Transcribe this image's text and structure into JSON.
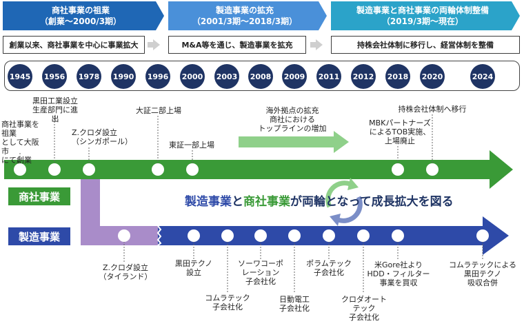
{
  "phases": [
    {
      "title": "商社事業の祖業",
      "period": "（創業〜2000/3期）",
      "desc": "創業以来、商社事業を中心に事業拡大",
      "color": "#1f67b5"
    },
    {
      "title": "製造事業の拡充",
      "period": "（2001/3期〜2018/3期）",
      "desc": "M&A等を通じ、製造事業を拡充",
      "color": "#4a90d9"
    },
    {
      "title": "製造事業と商社事業の両輪体制整備",
      "period": "（2019/3期〜現在）",
      "desc": "持株会社体制に移行し、経営体制を整備",
      "color": "#2ba3c9"
    }
  ],
  "years": [
    "1945",
    "1956",
    "1978",
    "1990",
    "1996",
    "2000",
    "2003",
    "2008",
    "2009",
    "2011",
    "2012",
    "2018",
    "2020",
    "2024"
  ],
  "segments": {
    "trading": "商社事業",
    "manufacturing": "製造事業"
  },
  "slogan": {
    "part1": "製造事業",
    "part2": "と",
    "part3": "商社事業",
    "part4": "が両輪となって成長拡大を図る"
  },
  "trading_events": [
    "商社事業を祖業\nとして大阪市\nにて創業",
    "黒田工業設立\n生産部門に進出",
    "Z.クロダ設立\n（シンガポール）",
    "大証二部上場",
    "東証一部上場",
    "海外拠点の拡充\n商社における\nトップラインの増加",
    "MBKパートナーズ\nによるTOB実施、\n上場廃止",
    "持株会社体制へ移行"
  ],
  "manufacturing_events": [
    "Z.クロダ設立\n（タイランド）",
    "黒田テクノ\n設立",
    "コムラテック\n子会社化",
    "ソーワコーポ\nレーション\n子会社化",
    "日動電工\n子会社化",
    "ポラムテック\n子会社化",
    "クロダオート\nテック\n子会社化",
    "米Gore社より\nHDD・フィルター\n事業を買収",
    "コムラテックによる\n黒田テクノ\n吸収合併"
  ],
  "colors": {
    "navy": "#1f3464",
    "green": "#3a9a37",
    "blue": "#2e4aa8",
    "purple": "#a98cc9",
    "light_green": "#8fd08a"
  }
}
